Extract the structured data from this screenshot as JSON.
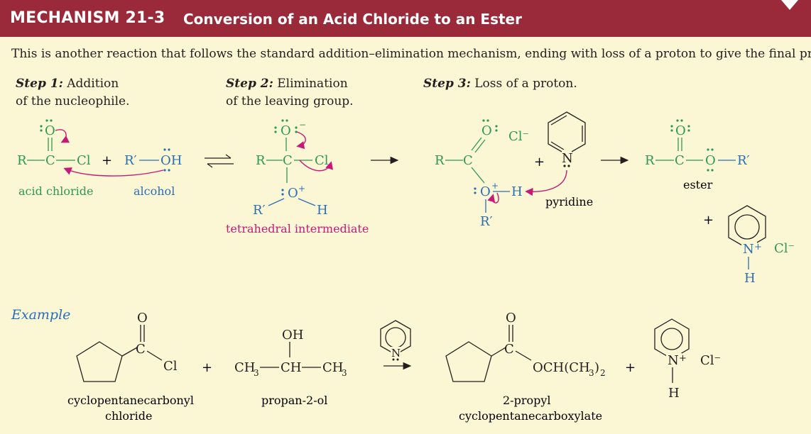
{
  "header": {
    "number": "MECHANISM 21-3",
    "title": "Conversion of an Acid Chloride to an Ester"
  },
  "intro": "This is another reaction that follows the standard addition–elimination mechanism, ending with loss of a proton to give the final product.",
  "steps": [
    {
      "label": "Step 1:",
      "line1": "Addition",
      "line2": "of the nucleophile."
    },
    {
      "label": "Step 2:",
      "line1": "Elimination",
      "line2": "of the leaving group."
    },
    {
      "label": "Step 3:",
      "line1": "Loss of a proton.",
      "line2": ""
    }
  ],
  "labels": {
    "acid_chloride": "acid chloride",
    "alcohol": "alcohol",
    "tetrahedral": "tetrahedral intermediate",
    "pyridine": "pyridine",
    "ester": "ester",
    "example": "Example",
    "cyclo_chloride_1": "cyclopentanecarbonyl",
    "cyclo_chloride_2": "chloride",
    "propanol": "propan-2-ol",
    "product_1": "2-propyl",
    "product_2": "cyclopentanecarboxylate"
  },
  "atoms": {
    "R": "R",
    "R_prime": "R′",
    "C": "C",
    "O": "O",
    "Cl": "Cl",
    "H": "H",
    "N": "N",
    "OH": "OH",
    "Cl_minus": "Cl⁻",
    "N_plus": "N+",
    "ester_R_prime": "R′",
    "OCH": "OCH(CH",
    "CH3": "CH",
    "CH": "CH",
    "sub3": "3",
    "sub2": "2",
    "plus": "+",
    "paren": ")"
  },
  "colors": {
    "header_bg": "#9a2a3a",
    "background": "#fbf6d3",
    "green": "#2e9a4e",
    "blue": "#2a6fb5",
    "magenta": "#c8197a",
    "black": "#231f20"
  }
}
